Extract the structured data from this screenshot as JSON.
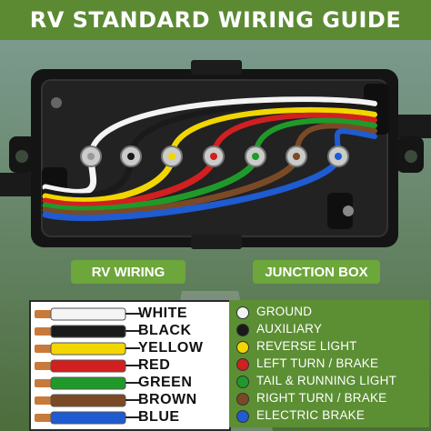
{
  "title": "RV STANDARD WIRING GUIDE",
  "labels": {
    "left": "RV WIRING",
    "right": "JUNCTION BOX"
  },
  "wires": [
    {
      "name": "WHITE",
      "function": "GROUND",
      "color": "#f4f4f4"
    },
    {
      "name": "BLACK",
      "function": "AUXILIARY",
      "color": "#1a1a1a"
    },
    {
      "name": "YELLOW",
      "function": "REVERSE LIGHT",
      "color": "#f2d600"
    },
    {
      "name": "RED",
      "function": "LEFT TURN / BRAKE",
      "color": "#d21f1f"
    },
    {
      "name": "GREEN",
      "function": "TAIL & RUNNING LIGHT",
      "color": "#1f9a2a"
    },
    {
      "name": "BROWN",
      "function": "RIGHT TURN / BRAKE",
      "color": "#7a4a26"
    },
    {
      "name": "BLUE",
      "function": "ELECTRIC BRAKE",
      "color": "#1f5bd1"
    }
  ],
  "colors": {
    "header": "#5b8a32",
    "pill": "#6da63a",
    "panel": "#5c8f33",
    "box": "#141414"
  }
}
